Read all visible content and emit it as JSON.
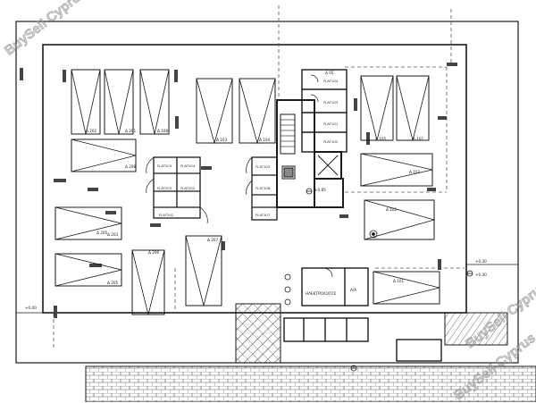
{
  "watermark": {
    "text": "BuySell Cyprus"
  },
  "rooms": {
    "top": [
      "Δ 202",
      "Δ 201",
      "Δ 106",
      "Δ 103",
      "Δ 104",
      "Δ 101"
    ],
    "top_right": [
      "Δ 105",
      "Δ 102"
    ],
    "left": [
      "Δ 203",
      "Δ 205",
      "Δ 206",
      "Δ 207"
    ],
    "center": [
      "Δ 208",
      "Δ 205"
    ],
    "right": [
      "Δ 102",
      "Δ 101"
    ]
  },
  "flats": {
    "left_stack": [
      "FLAT203",
      "FLAT204",
      "FLAT203",
      "FLAT202",
      "FLAT202"
    ],
    "center_stack": [
      "FLAT103",
      "FLAT108",
      "FLAT107"
    ],
    "core_stack": [
      "FLAT104",
      "FLAT103",
      "FLAT101",
      "FLAT102"
    ]
  },
  "labels": {
    "core_top": "Δ 05",
    "level": "+0.85",
    "electrical": "ΗΛΕΚΤΡΟΛΟΓΟΣ",
    "aux": "Α/Α",
    "left_dim": "+0.00",
    "right_dim": "+0.30",
    "right_dim2": "+0.30"
  },
  "colors": {
    "line": "#1a1a1a",
    "dash": "#555555",
    "bar": "#444444",
    "hatch": "#333333"
  }
}
